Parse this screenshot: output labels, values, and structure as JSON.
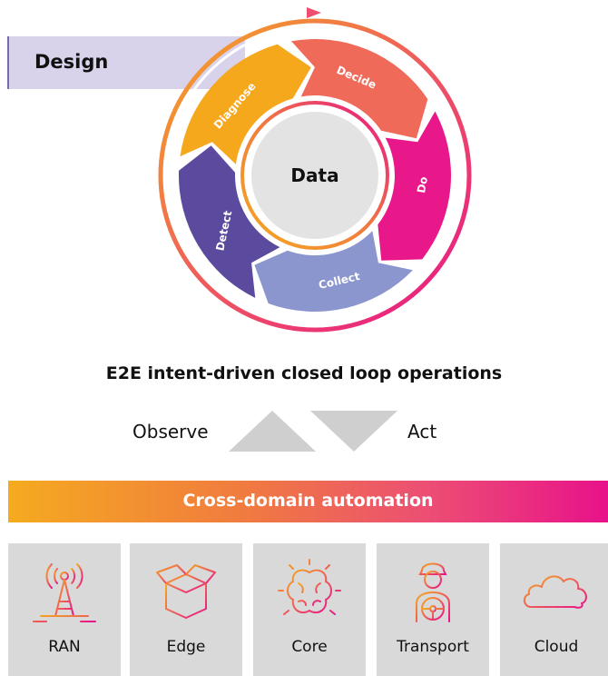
{
  "design_label": "Design",
  "loop": {
    "center": "Data",
    "stages": [
      "Diagnose",
      "Decide",
      "Do",
      "Collect",
      "Detect"
    ]
  },
  "headline": "E2E intent-driven closed loop operations",
  "observe_label": "Observe",
  "act_label": "Act",
  "automation_label": "Cross-domain automation",
  "domains": [
    {
      "label": "RAN",
      "icon": "antenna-icon"
    },
    {
      "label": "Edge",
      "icon": "box-icon"
    },
    {
      "label": "Core",
      "icon": "brain-icon"
    },
    {
      "label": "Transport",
      "icon": "driver-icon"
    },
    {
      "label": "Cloud",
      "icon": "cloud-icon"
    }
  ],
  "colors": {
    "diagnose": "#f5a81c",
    "decide": "#f06a5a",
    "do": "#e8178a",
    "collect": "#8b96cf",
    "detect": "#5b4a9e",
    "gradient_start": "#f5ab1f",
    "gradient_end": "#e8128a"
  }
}
